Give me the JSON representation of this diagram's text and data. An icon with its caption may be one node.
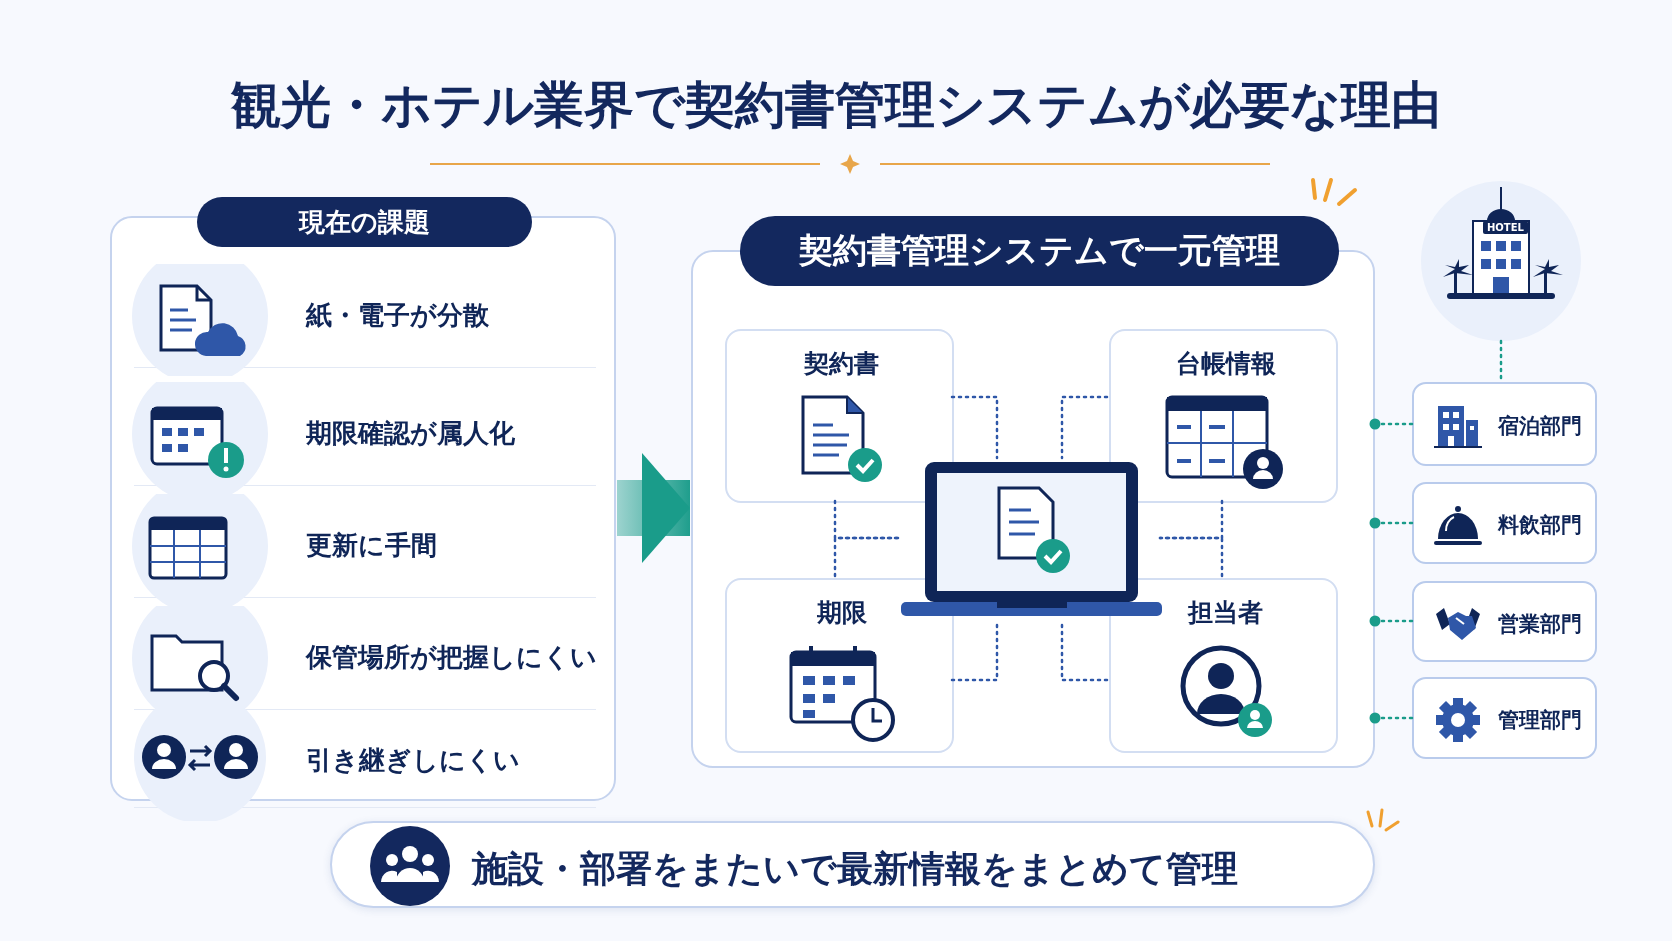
{
  "diagram": {
    "title": "観光・ホテル業界で契約書管理システムが必要な理由",
    "nodes": [
      {
        "text": [
          "現在の課題"
        ]
      },
      {
        "text": [
          "紙・電子が分散"
        ],
        "in": 0
      },
      {
        "text": [
          "期限確認が属人化"
        ],
        "in": 0
      },
      {
        "text": [
          "更新に手間"
        ],
        "in": 0
      },
      {
        "text": [
          "保管場所が把握しにくい"
        ],
        "in": 0
      },
      {
        "text": [
          "引き継ぎしにくい"
        ],
        "in": 0
      },
      {
        "text": [
          "契約書管理システムで一元管理"
        ]
      },
      {
        "text": [
          "契約書"
        ],
        "in": 6
      },
      {
        "text": [
          "台帳情報"
        ],
        "in": 6
      },
      {
        "text": [
          "期限"
        ],
        "in": 6
      },
      {
        "text": [
          "担当者"
        ],
        "in": 6
      },
      {
        "text": [],
        "shape": "picture",
        "in": 6
      },
      {
        "text": [],
        "shape": "picture"
      },
      {
        "text": [
          "宿泊部門"
        ]
      },
      {
        "text": [
          "料飲部門"
        ]
      },
      {
        "text": [
          "営業部門"
        ]
      },
      {
        "text": [
          "管理部門"
        ]
      },
      {
        "text": [
          "施設・部署をまたいで最新情報をまとめて管理"
        ]
      }
    ],
    "edges": [
      {
        "from": 0,
        "to": 6,
        "arrow": "to",
        "style": "thick",
        "color": "#1a9c8a"
      },
      {
        "from": 11,
        "to": 7,
        "arrow": "none",
        "style": "dashed"
      },
      {
        "from": 11,
        "to": 8,
        "arrow": "none",
        "style": "dashed"
      },
      {
        "from": 11,
        "to": 9,
        "arrow": "none",
        "style": "dashed"
      },
      {
        "from": 11,
        "to": 10,
        "arrow": "none",
        "style": "dashed"
      },
      {
        "from": 7,
        "to": 11,
        "arrow": "none",
        "style": "dashed"
      },
      {
        "from": 9,
        "to": 11,
        "arrow": "none",
        "style": "dashed"
      },
      {
        "from": 8,
        "to": 11,
        "arrow": "none",
        "style": "dashed"
      },
      {
        "from": 10,
        "to": 11,
        "arrow": "none",
        "style": "dashed"
      },
      {
        "from": 12,
        "to": 13,
        "arrow": "none",
        "style": "dashed",
        "color": "#1a9c8a"
      },
      {
        "from": 6,
        "to": 13,
        "arrow": "other",
        "style": "dashed",
        "color": "#1a9c8a"
      },
      {
        "from": 6,
        "to": 14,
        "arrow": "other",
        "style": "dashed",
        "color": "#1a9c8a"
      },
      {
        "from": 6,
        "to": 15,
        "arrow": "other",
        "style": "dashed",
        "color": "#1a9c8a"
      },
      {
        "from": 6,
        "to": 16,
        "arrow": "other",
        "style": "dashed",
        "color": "#1a9c8a"
      }
    ],
    "labels": [
      "HOTEL"
    ]
  }
}
